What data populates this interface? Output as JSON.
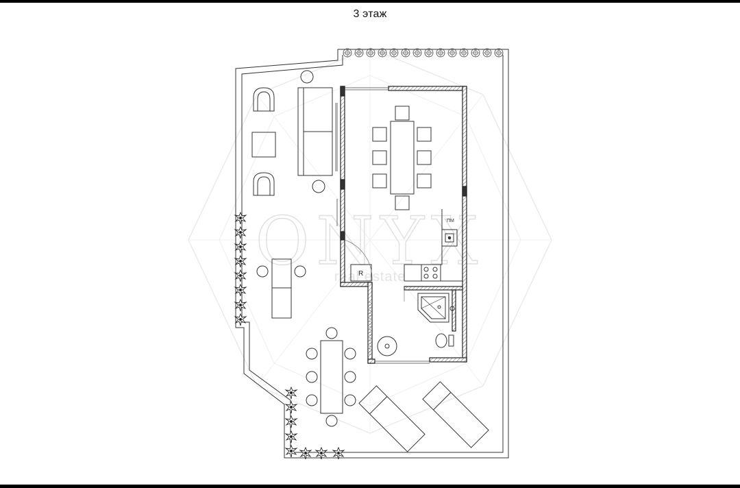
{
  "title": "3 этаж",
  "watermark": {
    "logo": "ONYX",
    "subtitle": "real estate"
  },
  "room_labels": {
    "fridge": "R",
    "appliance": "ПМ"
  },
  "colors": {
    "line": "#333333",
    "wall_hatch": "#555555",
    "watermark": "#dcdcdc"
  }
}
